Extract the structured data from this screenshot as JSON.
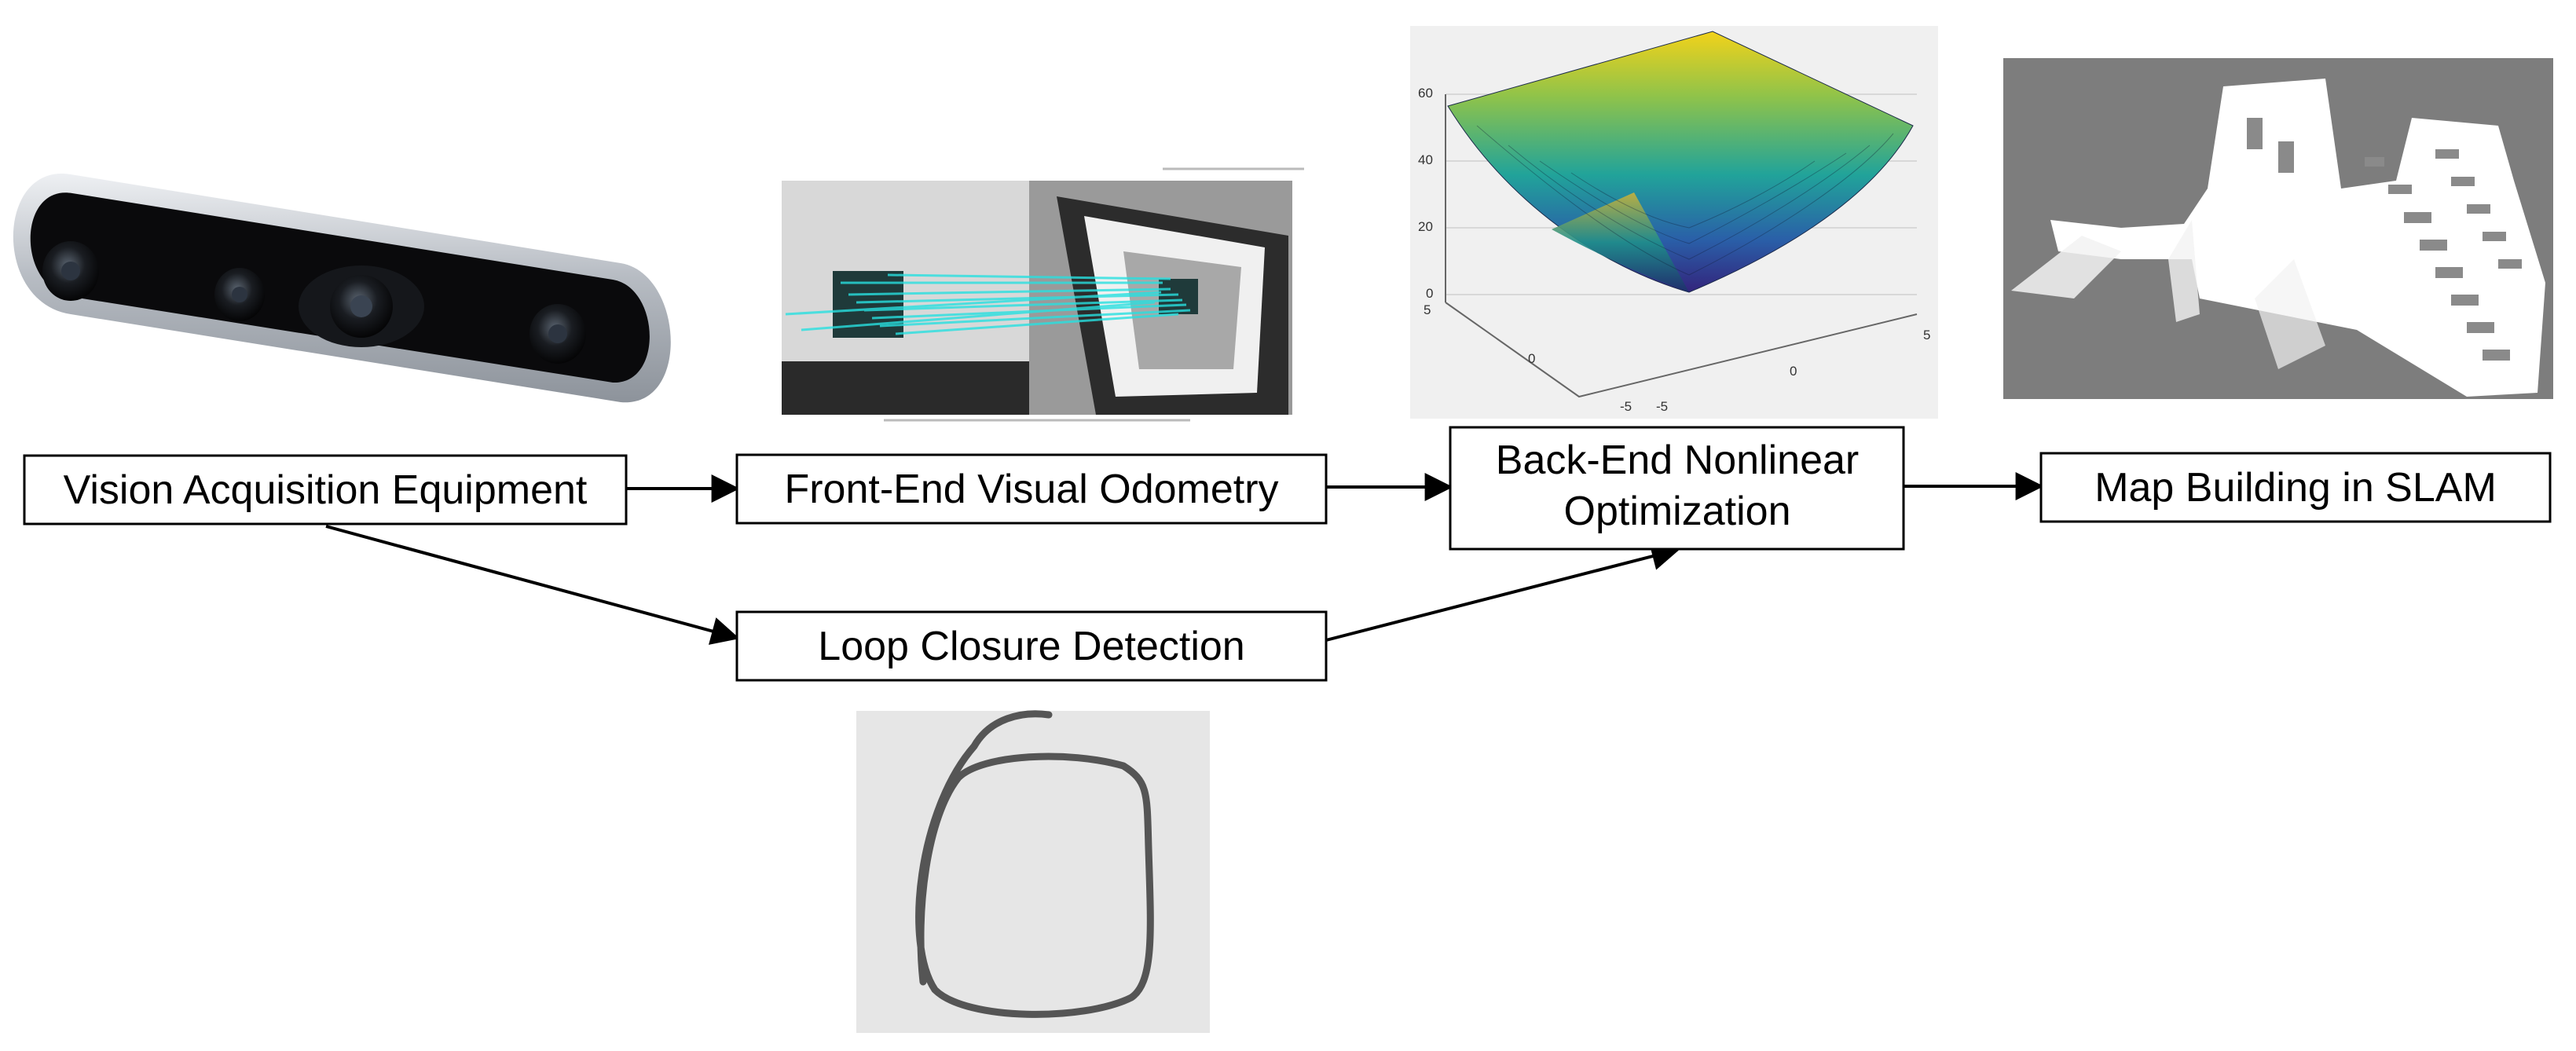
{
  "boxes": {
    "vision": "Vision Acquisition Equipment",
    "frontend": "Front-End Visual Odometry",
    "backend_line1": "Back-End Nonlinear",
    "backend_line2": "Optimization",
    "map": "Map Building in SLAM",
    "loop": "Loop Closure Detection"
  },
  "plot_ticks": {
    "z": [
      "60",
      "40",
      "20",
      "0"
    ],
    "x": [
      "5",
      "0",
      "-5"
    ],
    "y": [
      "-5",
      "0",
      "5"
    ]
  },
  "colors": {
    "box_border": "#000000",
    "arrow": "#000000",
    "camera_body": "#0a0a0c",
    "camera_rim": "#c8ccd2",
    "feature_lines": "#28e0e0",
    "map_background": "#7d7d7d",
    "map_free_space": "#ffffff",
    "trajectory_background": "#e6e6e6",
    "trajectory_line": "#555555"
  }
}
